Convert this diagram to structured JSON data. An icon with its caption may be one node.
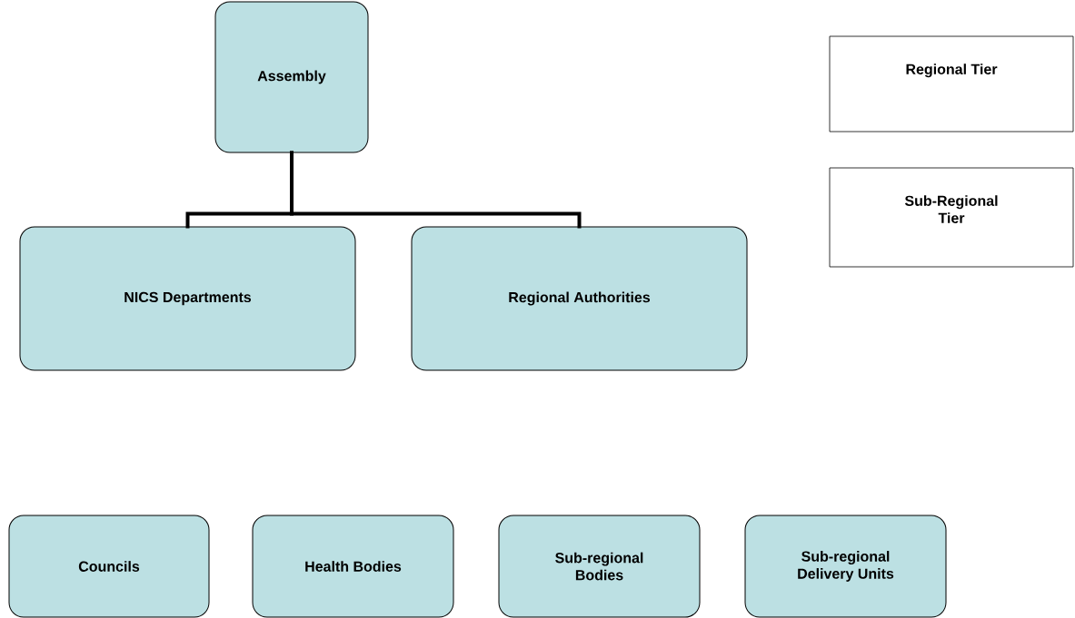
{
  "diagram": {
    "nodes": [
      {
        "text": [
          "Assembly"
        ]
      },
      {
        "text": [
          "Regional Tier"
        ]
      },
      {
        "text": [
          "NICS Departments"
        ]
      },
      {
        "text": [
          "Regional Authorities"
        ]
      },
      {
        "text": [
          "Sub-Regional Tier"
        ]
      },
      {
        "text": [
          "Councils"
        ]
      },
      {
        "text": [
          "Health Bodies"
        ]
      },
      {
        "text": [
          "Sub-regional Bodies"
        ]
      },
      {
        "text": [
          "Sub-regional Delivery Units"
        ]
      }
    ],
    "edges": [
      {
        "from": 0,
        "to": 2,
        "arrow": "none"
      },
      {
        "from": 0,
        "to": 3,
        "arrow": "none"
      }
    ]
  }
}
